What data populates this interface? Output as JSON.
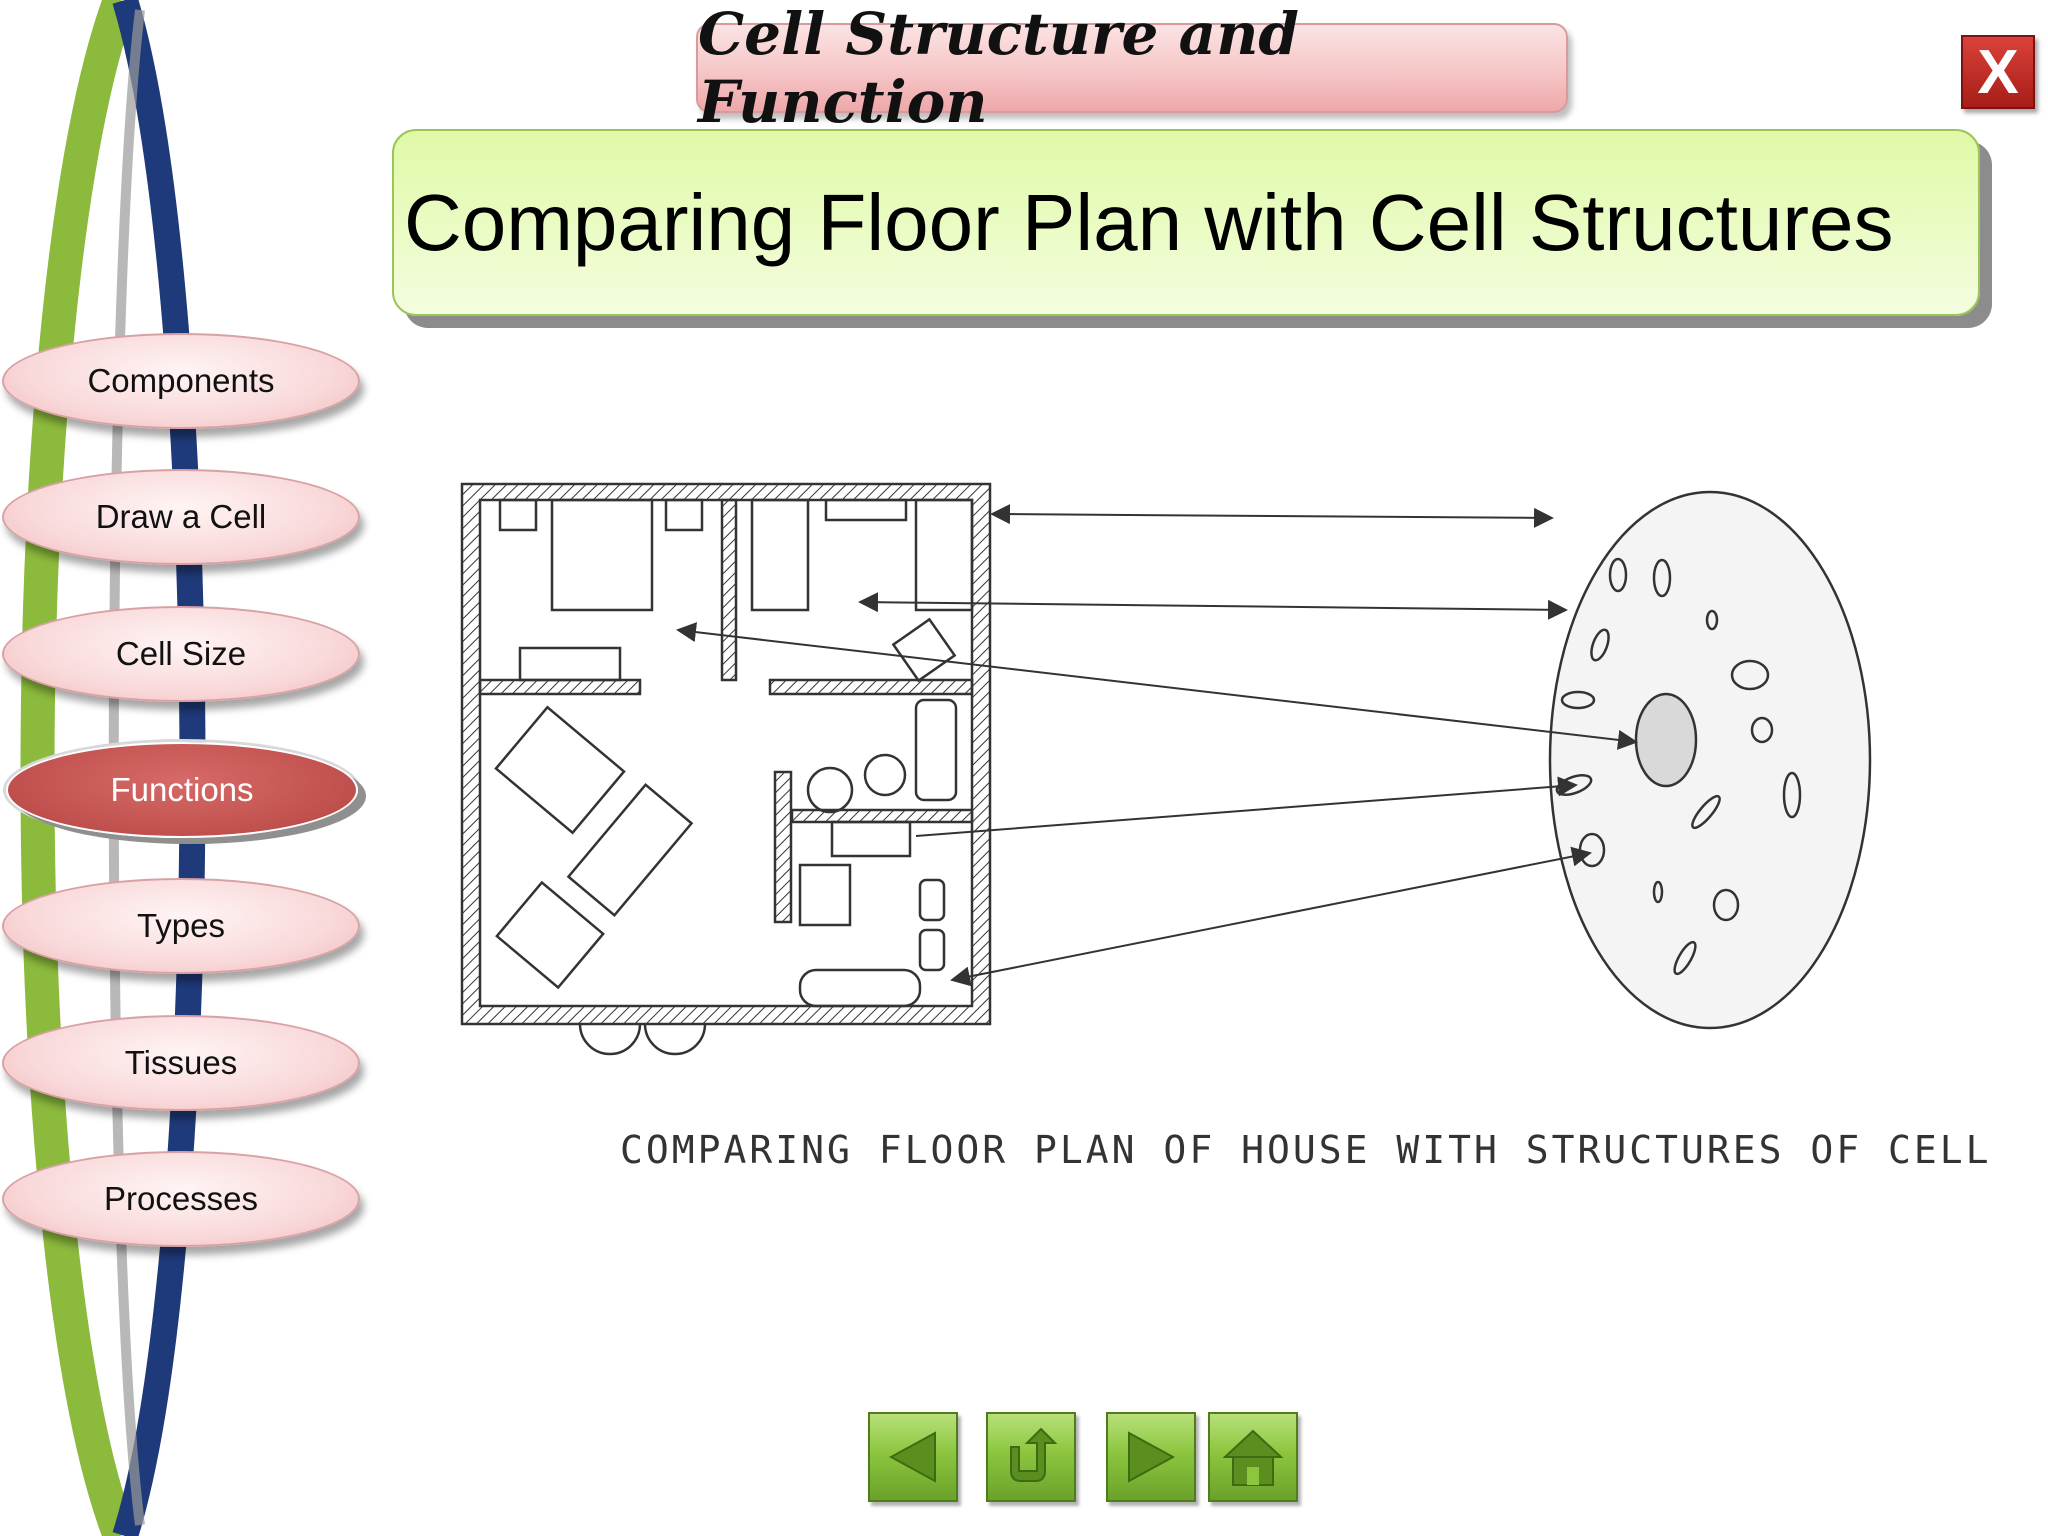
{
  "header": {
    "title": "Cell Structure and Function",
    "close_label": "X"
  },
  "slide": {
    "title": "Comparing Floor Plan with Cell Structures"
  },
  "sidebar": {
    "items": [
      {
        "label": "Components"
      },
      {
        "label": "Draw a Cell"
      },
      {
        "label": "Cell Size"
      },
      {
        "label": "Functions",
        "active": true
      },
      {
        "label": "Types"
      },
      {
        "label": "Tissues"
      },
      {
        "label": "Processes"
      }
    ]
  },
  "illustration": {
    "caption": "COMPARING FLOOR PLAN OF HOUSE WITH STRUCTURES OF CELL"
  },
  "bottom_nav": {
    "icons": [
      "arrow-left-icon",
      "return-icon",
      "arrow-right-icon",
      "home-icon"
    ]
  },
  "colors": {
    "nav_active": "#c0504d",
    "nav_inactive": "#f6cfd0",
    "title_box": "#e4fab5",
    "close": "#c0302a",
    "nav_button_green": "#8cc63f",
    "rail_green": "#8cba3c",
    "rail_navy": "#1f3a7a"
  }
}
